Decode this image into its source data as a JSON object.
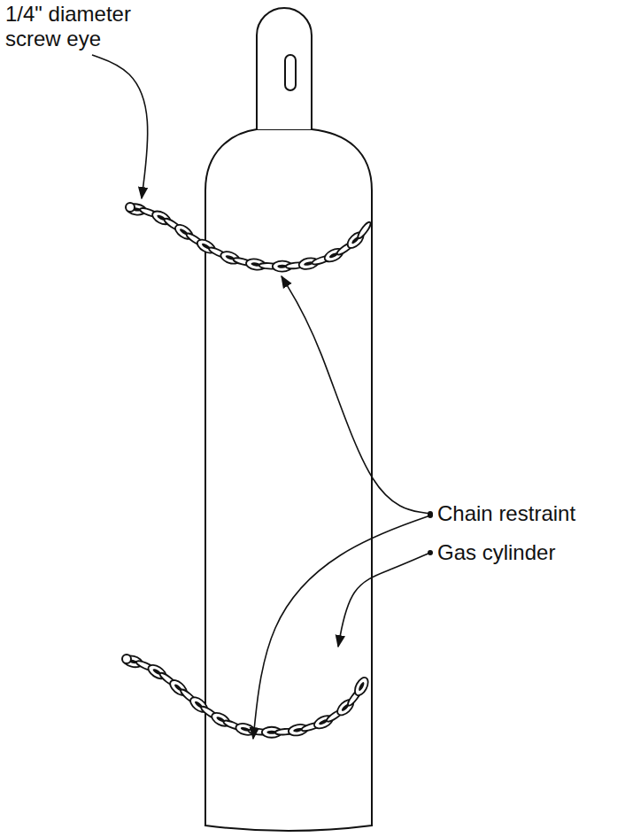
{
  "diagram": {
    "labels": [
      "1/4\" diameter screw eye",
      "Chain restraint",
      "Gas cylinder"
    ]
  }
}
